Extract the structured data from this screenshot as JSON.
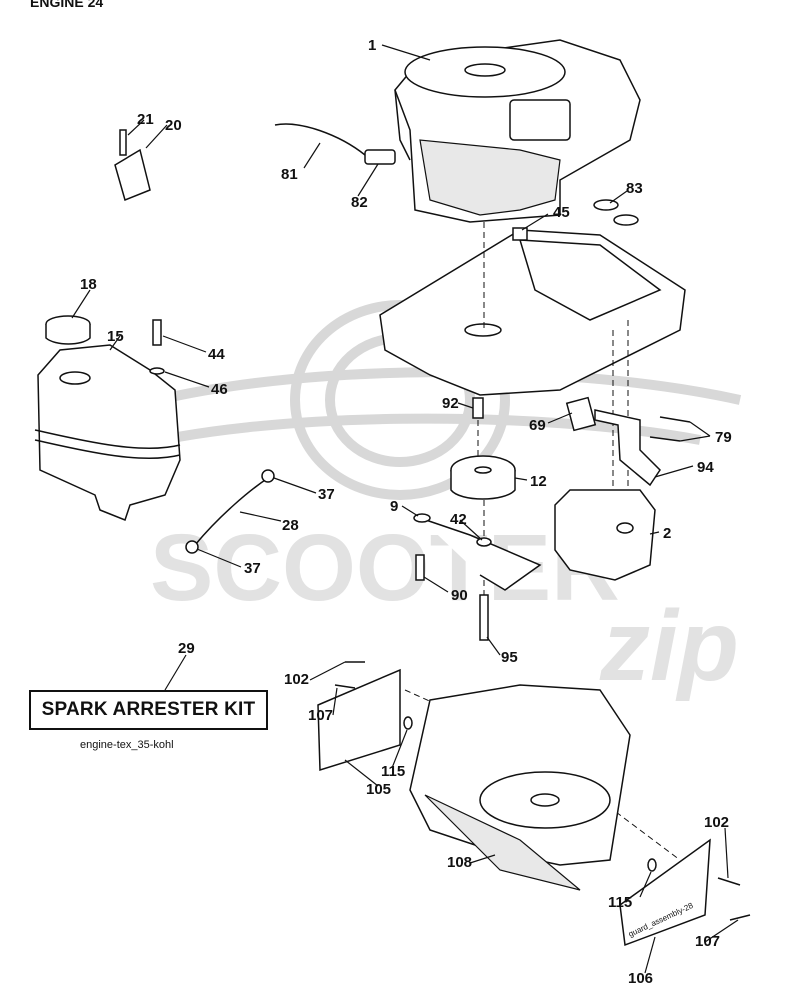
{
  "header": {
    "text": "ENGINE 24"
  },
  "watermark": {
    "brand": "SCOOTER",
    "script": "zip",
    "color": "#d8d8d8"
  },
  "kit_box": {
    "label": "SPARK ARRESTER KIT",
    "callout": "29"
  },
  "reference_caption": "engine-tex_35-kohl",
  "guard_stamp": "guard_assembly-28",
  "parts": [
    {
      "id": "p1",
      "label": "1",
      "name": "engine"
    },
    {
      "id": "p2",
      "label": "2",
      "name": "muffler"
    },
    {
      "id": "p9",
      "label": "9",
      "name": "bracket"
    },
    {
      "id": "p12",
      "label": "12",
      "name": "pulley"
    },
    {
      "id": "p15",
      "label": "15",
      "name": "fuel-tank"
    },
    {
      "id": "p18",
      "label": "18",
      "name": "fuel-cap"
    },
    {
      "id": "p20",
      "label": "20",
      "name": "bracket-clamp"
    },
    {
      "id": "p21",
      "label": "21",
      "name": "screw"
    },
    {
      "id": "p28",
      "label": "28",
      "name": "fuel-line"
    },
    {
      "id": "p37a",
      "label": "37",
      "name": "clamp-top"
    },
    {
      "id": "p37b",
      "label": "37",
      "name": "clamp-bottom"
    },
    {
      "id": "p42",
      "label": "42",
      "name": "washer"
    },
    {
      "id": "p44",
      "label": "44",
      "name": "bolt"
    },
    {
      "id": "p45",
      "label": "45",
      "name": "nut"
    },
    {
      "id": "p46",
      "label": "46",
      "name": "washer"
    },
    {
      "id": "p69",
      "label": "69",
      "name": "gasket"
    },
    {
      "id": "p79",
      "label": "79",
      "name": "bolts"
    },
    {
      "id": "p81",
      "label": "81",
      "name": "hose"
    },
    {
      "id": "p82",
      "label": "82",
      "name": "filter"
    },
    {
      "id": "p83",
      "label": "83",
      "name": "knob"
    },
    {
      "id": "p90",
      "label": "90",
      "name": "bolt"
    },
    {
      "id": "p92",
      "label": "92",
      "name": "bolt"
    },
    {
      "id": "p94",
      "label": "94",
      "name": "exhaust-pipe"
    },
    {
      "id": "p95",
      "label": "95",
      "name": "bolt"
    },
    {
      "id": "p102a",
      "label": "102",
      "name": "bolt"
    },
    {
      "id": "p102b",
      "label": "102",
      "name": "bolt"
    },
    {
      "id": "p105",
      "label": "105",
      "name": "guard-plate"
    },
    {
      "id": "p106",
      "label": "106",
      "name": "guard-plate"
    },
    {
      "id": "p107a",
      "label": "107",
      "name": "bolt"
    },
    {
      "id": "p107b",
      "label": "107",
      "name": "bolt"
    },
    {
      "id": "p108",
      "label": "108",
      "name": "engine-guard"
    },
    {
      "id": "p115a",
      "label": "115",
      "name": "washer"
    },
    {
      "id": "p115b",
      "label": "115",
      "name": "washer"
    }
  ]
}
